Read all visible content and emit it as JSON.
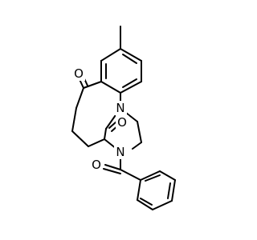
{
  "molecule": {
    "atoms": {
      "oxygen_ketone": "O",
      "nitrogen_aryl": "N",
      "oxygen_amide": "O",
      "nitrogen_amide": "N",
      "oxygen_benzoyl": "O"
    },
    "colors": {
      "bond": "#000000",
      "background": "#ffffff"
    }
  }
}
